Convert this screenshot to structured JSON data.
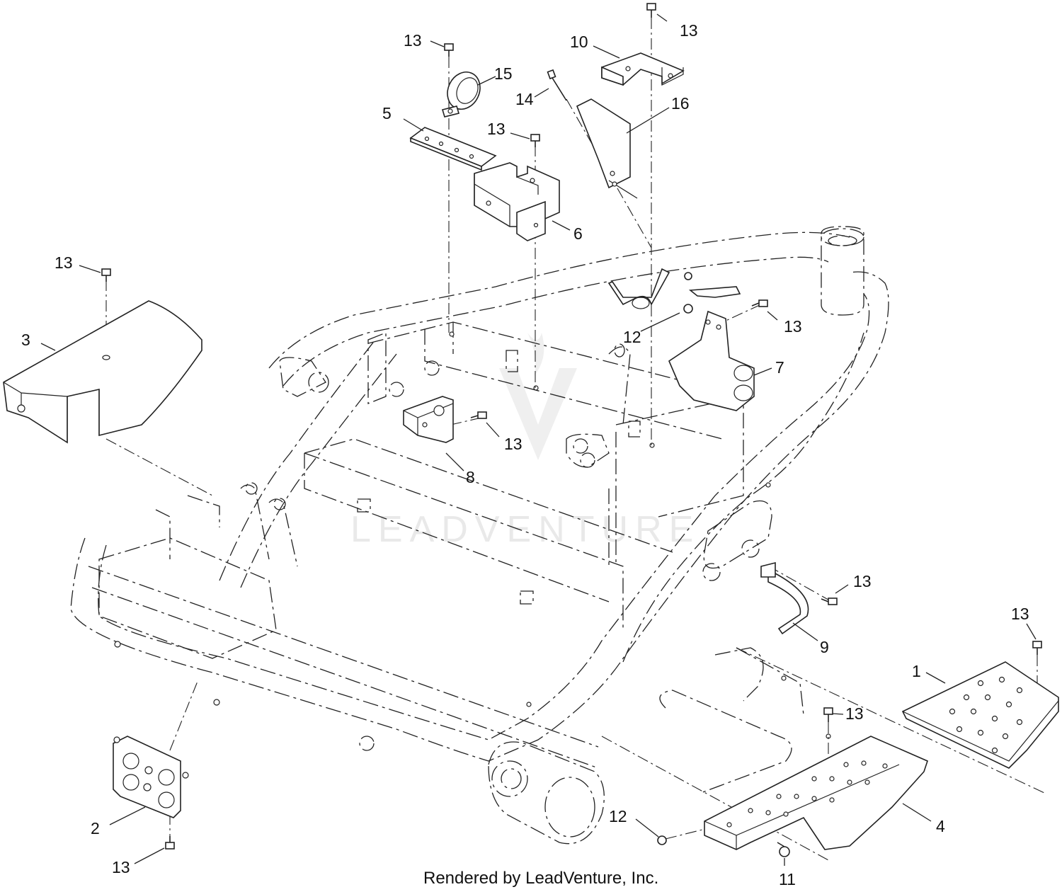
{
  "watermark": "LEADVENTURE",
  "credit": "Rendered by LeadVenture, Inc.",
  "callouts": [
    {
      "id": "c1",
      "text": "1"
    },
    {
      "id": "c2",
      "text": "2"
    },
    {
      "id": "c3",
      "text": "3"
    },
    {
      "id": "c4",
      "text": "4"
    },
    {
      "id": "c5",
      "text": "5"
    },
    {
      "id": "c6",
      "text": "6"
    },
    {
      "id": "c7",
      "text": "7"
    },
    {
      "id": "c8",
      "text": "8"
    },
    {
      "id": "c9",
      "text": "9"
    },
    {
      "id": "c10",
      "text": "10"
    },
    {
      "id": "c11",
      "text": "11"
    },
    {
      "id": "c12a",
      "text": "12"
    },
    {
      "id": "c12b",
      "text": "12"
    },
    {
      "id": "c13a",
      "text": "13"
    },
    {
      "id": "c13b",
      "text": "13"
    },
    {
      "id": "c13c",
      "text": "13"
    },
    {
      "id": "c13d",
      "text": "13"
    },
    {
      "id": "c13e",
      "text": "13"
    },
    {
      "id": "c13f",
      "text": "13"
    },
    {
      "id": "c13g",
      "text": "13"
    },
    {
      "id": "c13h",
      "text": "13"
    },
    {
      "id": "c13i",
      "text": "13"
    },
    {
      "id": "c13j",
      "text": "13"
    },
    {
      "id": "c14",
      "text": "14"
    },
    {
      "id": "c15",
      "text": "15"
    },
    {
      "id": "c16",
      "text": "16"
    }
  ]
}
